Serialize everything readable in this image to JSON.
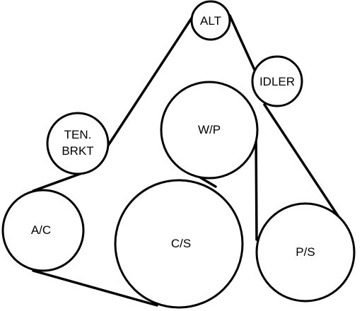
{
  "pulleys": {
    "alt": {
      "label": "ALT"
    },
    "idler": {
      "label": "IDLER"
    },
    "wp": {
      "label": "W/P"
    },
    "ten_brkt": {
      "label_line1": "TEN.",
      "label_line2": "BRKT"
    },
    "ac": {
      "label": "A/C"
    },
    "cs": {
      "label": "C/S"
    },
    "ps": {
      "label": "P/S"
    }
  },
  "colors": {
    "line": "#000000",
    "background": "#ffffff"
  }
}
